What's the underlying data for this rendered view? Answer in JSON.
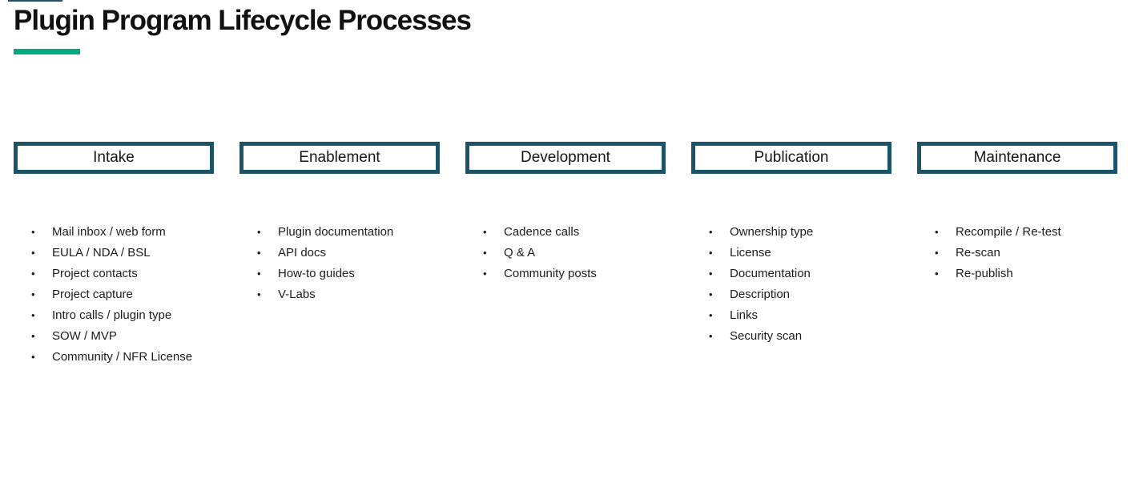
{
  "title": {
    "text": "Plugin Program Lifecycle Processes"
  },
  "colors": {
    "background": "#FFFFFF",
    "accent_green": "#01A982",
    "stage_border_teal": "#1B5468",
    "title_text": "#111111",
    "bullet_text": "#1C1C1C"
  },
  "stages": [
    {
      "header": "Intake",
      "items": [
        "Mail inbox / web form",
        "EULA / NDA / BSL",
        "Project contacts",
        "Project capture",
        "Intro calls / plugin type",
        "SOW / MVP",
        "Community / NFR License"
      ]
    },
    {
      "header": "Enablement",
      "items": [
        "Plugin documentation",
        "API docs",
        "How-to guides",
        "V-Labs"
      ]
    },
    {
      "header": "Development",
      "items": [
        "Cadence calls",
        "Q & A",
        "Community posts"
      ]
    },
    {
      "header": "Publication",
      "items": [
        "Ownership type",
        "License",
        "Documentation",
        "Description",
        "Links",
        "Security scan"
      ]
    },
    {
      "header": "Maintenance",
      "items": [
        "Recompile / Re-test",
        "Re-scan",
        "Re-publish"
      ]
    }
  ]
}
